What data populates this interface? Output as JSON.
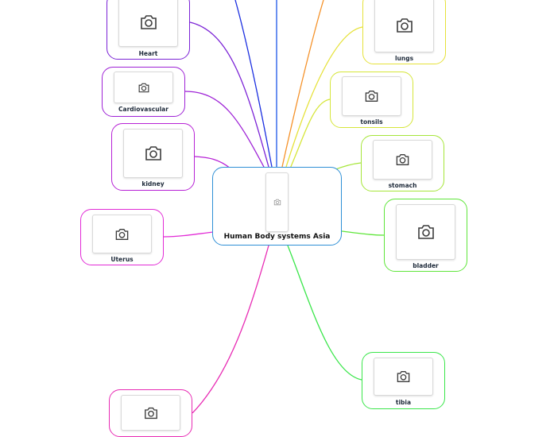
{
  "central_topic": {
    "label": "Human Body systems Asia",
    "color": "#2e8fd6",
    "icon": "camera-icon"
  },
  "topics": [
    {
      "key": "heart",
      "label": "Heart",
      "color": "#7b22d6",
      "icon": "camera-icon"
    },
    {
      "key": "cardiovascular",
      "label": "Cardiovascular",
      "color": "#9e22d6",
      "icon": "camera-icon"
    },
    {
      "key": "kidney",
      "label": "kidney",
      "color": "#b722d6",
      "icon": "camera-icon"
    },
    {
      "key": "uterus",
      "label": "Uterus",
      "color": "#e22bd6",
      "icon": "camera-icon"
    },
    {
      "key": "bottom-left",
      "label": "",
      "color": "#e82bb4",
      "icon": "camera-icon"
    },
    {
      "key": "lungs",
      "label": "lungs",
      "color": "#e6e23a",
      "icon": "camera-icon"
    },
    {
      "key": "tonsils",
      "label": "tonsils",
      "color": "#d6e63a",
      "icon": "camera-icon"
    },
    {
      "key": "stomach",
      "label": "stomach",
      "color": "#a6e63a",
      "icon": "camera-icon"
    },
    {
      "key": "bladder",
      "label": "bladder",
      "color": "#5fe63a",
      "icon": "camera-icon"
    },
    {
      "key": "tibia",
      "label": "tibia",
      "color": "#3ae64a",
      "icon": "camera-icon"
    }
  ],
  "offscreen_branches": [
    {
      "key": "blue-1",
      "color": "#1a2ee0"
    },
    {
      "key": "blue-2",
      "color": "#1c56e8"
    },
    {
      "key": "orange",
      "color": "#f5922a"
    }
  ]
}
